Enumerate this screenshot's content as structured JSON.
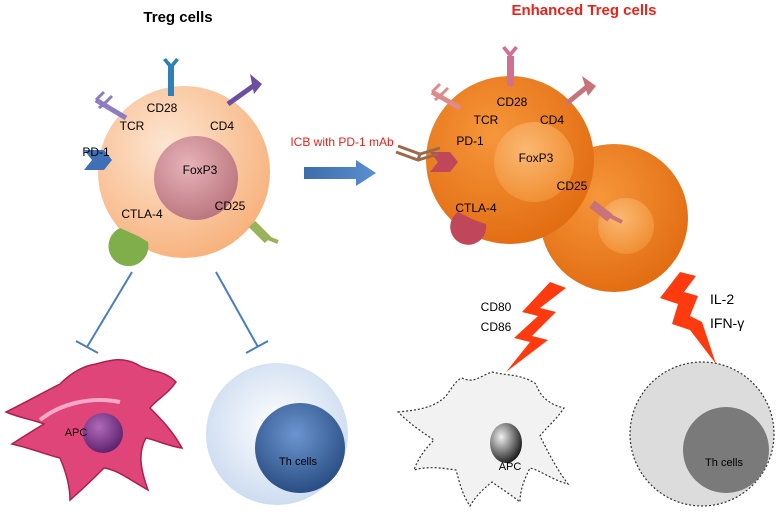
{
  "left_panel": {
    "title": "Treg cells",
    "cell": {
      "nucleus_label": "FoxP3",
      "receptors": {
        "cd28": "CD28",
        "tcr": "TCR",
        "cd4": "CD4",
        "pd1": "PD-1",
        "ctla4": "CTLA-4",
        "cd25": "CD25"
      }
    },
    "targets": {
      "apc": "APC",
      "th": "Th cells"
    }
  },
  "treatment": {
    "label": "ICB with PD-1 mAb"
  },
  "right_panel": {
    "title": "Enhanced Treg cells",
    "cell": {
      "nucleus_label": "FoxP3",
      "receptors": {
        "cd28": "CD28",
        "tcr": "TCR",
        "cd4": "CD4",
        "pd1": "PD-1",
        "ctla4": "CTLA-4",
        "cd25": "CD25"
      }
    },
    "signals": {
      "apc_signal_1": "CD80",
      "apc_signal_2": "CD86",
      "th_signal_1": "IL-2",
      "th_signal_2": "IFN-γ"
    },
    "targets": {
      "apc": "APC",
      "th": "Th cells"
    }
  },
  "colors": {
    "title_left": "#000000",
    "title_right": "#e8231b",
    "treatment_text": "#e8231b",
    "arrow": "#4a7ebb",
    "inhibit_line": "#4a7ebb",
    "treg_body": "#f9c79e",
    "treg_nucleus": "#c8828c",
    "enhanced_body": "#ec7a1c",
    "lightning": "#ff3a0f",
    "apc_left": "#e0457a",
    "th_left_outer": "#dbe6f4",
    "th_left_inner": "#3d6aa6",
    "th_right_outer": "#dcdcdc",
    "th_right_inner": "#7a7a7a"
  }
}
